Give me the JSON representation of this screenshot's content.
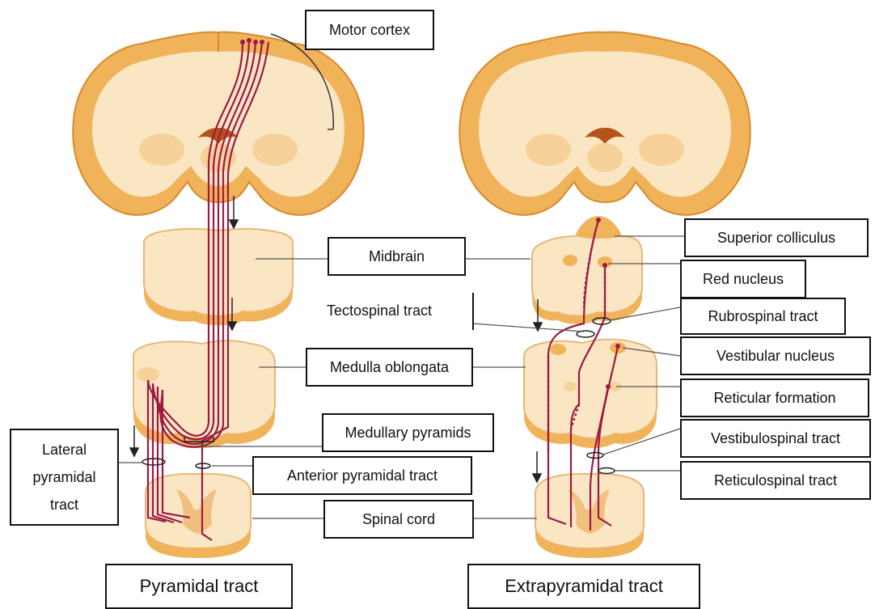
{
  "colors": {
    "cortex": "#f0b35a",
    "cortex_edge": "#d98a2a",
    "white_matter": "#fbe6c4",
    "nuclei": "#f6d29a",
    "tract": "#9b1a45",
    "leader": "#555555"
  },
  "labels": {
    "motor_cortex": "Motor cortex",
    "midbrain": "Midbrain",
    "medulla_oblongata": "Medulla oblongata",
    "medullary_pyramids": "Medullary pyramids",
    "lateral_pyramidal_tract": [
      "Lateral",
      "pyramidal",
      "tract"
    ],
    "anterior_pyramidal_tract": "Anterior pyramidal tract",
    "spinal_cord": "Spinal cord",
    "pyramidal_tract": "Pyramidal tract",
    "superior_colliculus": "Superior colliculus",
    "red_nucleus": "Red nucleus",
    "tectospinal_tract": "Tectospinal tract",
    "rubrospinal_tract": "Rubrospinal tract",
    "vestibular_nucleus": "Vestibular nucleus",
    "reticular_formation": "Reticular formation",
    "vestibulospinal_tract": "Vestibulospinal tract",
    "reticulospinal_tract": "Reticulospinal tract",
    "extrapyramidal_tract": "Extrapyramidal tract"
  }
}
